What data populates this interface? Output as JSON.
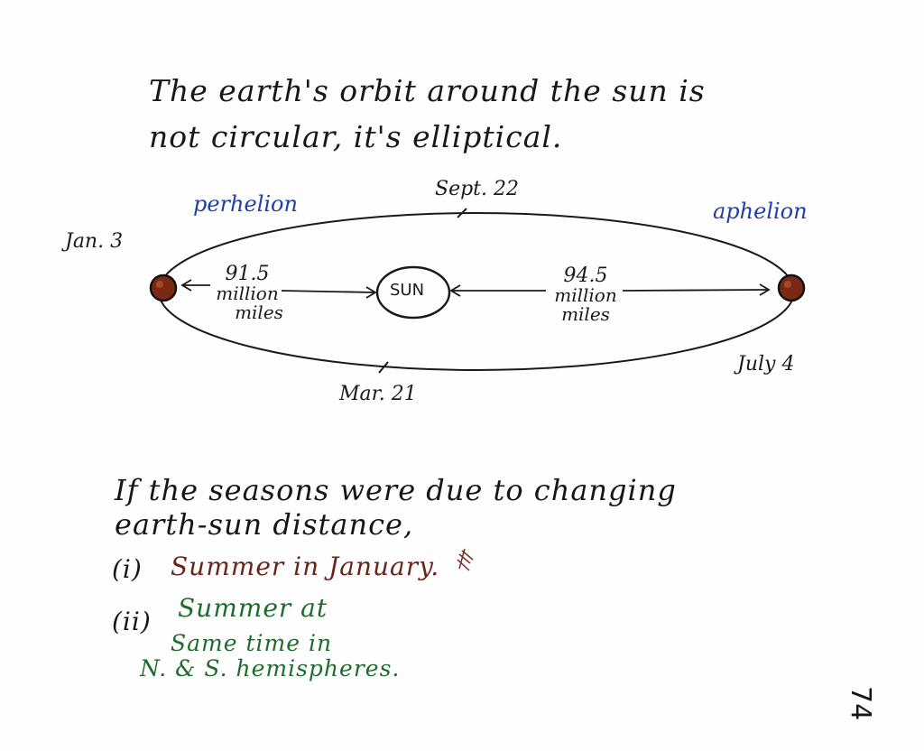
{
  "title": {
    "line1": "The earth's orbit around the sun is",
    "line2": "not circular, it's elliptical."
  },
  "diagram": {
    "perihelion_label": "perhelion",
    "aphelion_label": "aphelion",
    "jan_label": "Jan. 3",
    "july_label": "July 4",
    "sept_label": "Sept. 22",
    "mar_label": "Mar. 21",
    "sun_label": "SUN",
    "perihelion_distance": {
      "value": "91.5",
      "line2": "million",
      "line3": "miles"
    },
    "aphelion_distance": {
      "value": "94.5",
      "line2": "million",
      "line3": "miles"
    },
    "colors": {
      "earth": "#7a2a14",
      "labels_blue": "#1f3fa8"
    }
  },
  "body": {
    "line1": "If the seasons were due to changing",
    "line2": "earth-sun distance,",
    "item1_marker": "(i)",
    "item1_text": "Summer in January.",
    "item2_marker": "(ii)",
    "item2_line1": "Summer at",
    "item2_line2": "Same time in",
    "item2_line3": "N. & S. hemispheres."
  },
  "page_number": "74"
}
